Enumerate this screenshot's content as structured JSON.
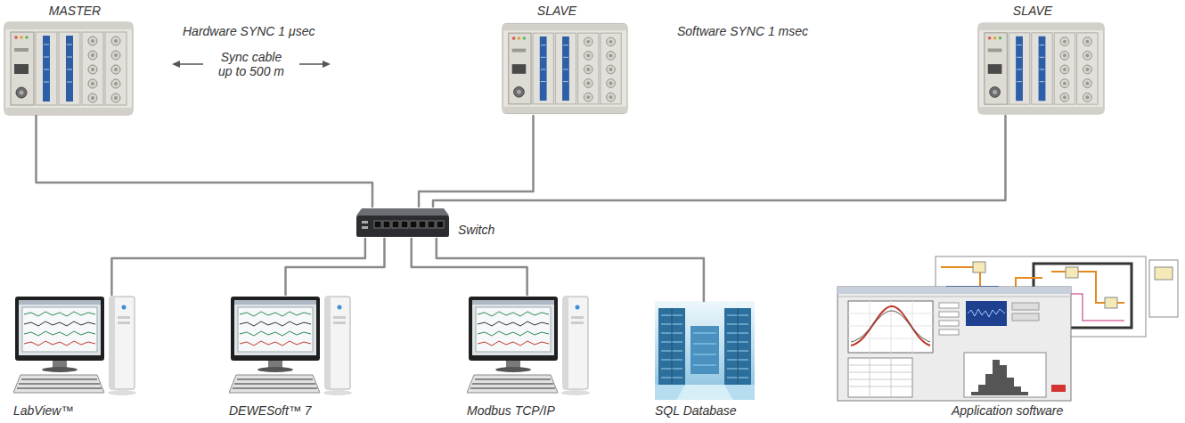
{
  "diagram": {
    "nodes": [
      {
        "text": [
          "MASTER"
        ]
      },
      {
        "text": [
          "SLAVE"
        ]
      },
      {
        "text": [
          "SLAVE"
        ]
      },
      {
        "text": [
          "Switch"
        ]
      },
      {
        "text": [
          "LabView™"
        ]
      },
      {
        "text": [
          "DEWESoft™ 7"
        ]
      },
      {
        "text": [
          "Modbus TCP/IP"
        ]
      },
      {
        "text": [
          "SQL Database"
        ]
      },
      {
        "text": [
          "Application software"
        ]
      }
    ],
    "edges": [
      {
        "from": 0,
        "to": 3,
        "arrow": "none"
      },
      {
        "from": 1,
        "to": 3,
        "arrow": "none"
      },
      {
        "from": 2,
        "to": 3,
        "arrow": "none"
      },
      {
        "from": 3,
        "to": 4,
        "arrow": "none"
      },
      {
        "from": 3,
        "to": 5,
        "arrow": "none"
      },
      {
        "from": 3,
        "to": 6,
        "arrow": "none"
      },
      {
        "from": 3,
        "to": 7,
        "arrow": "none"
      }
    ],
    "labels": [
      "Hardware SYNC 1 μsec",
      "Sync cable up to 500 m",
      "Software SYNC 1 msec"
    ]
  }
}
